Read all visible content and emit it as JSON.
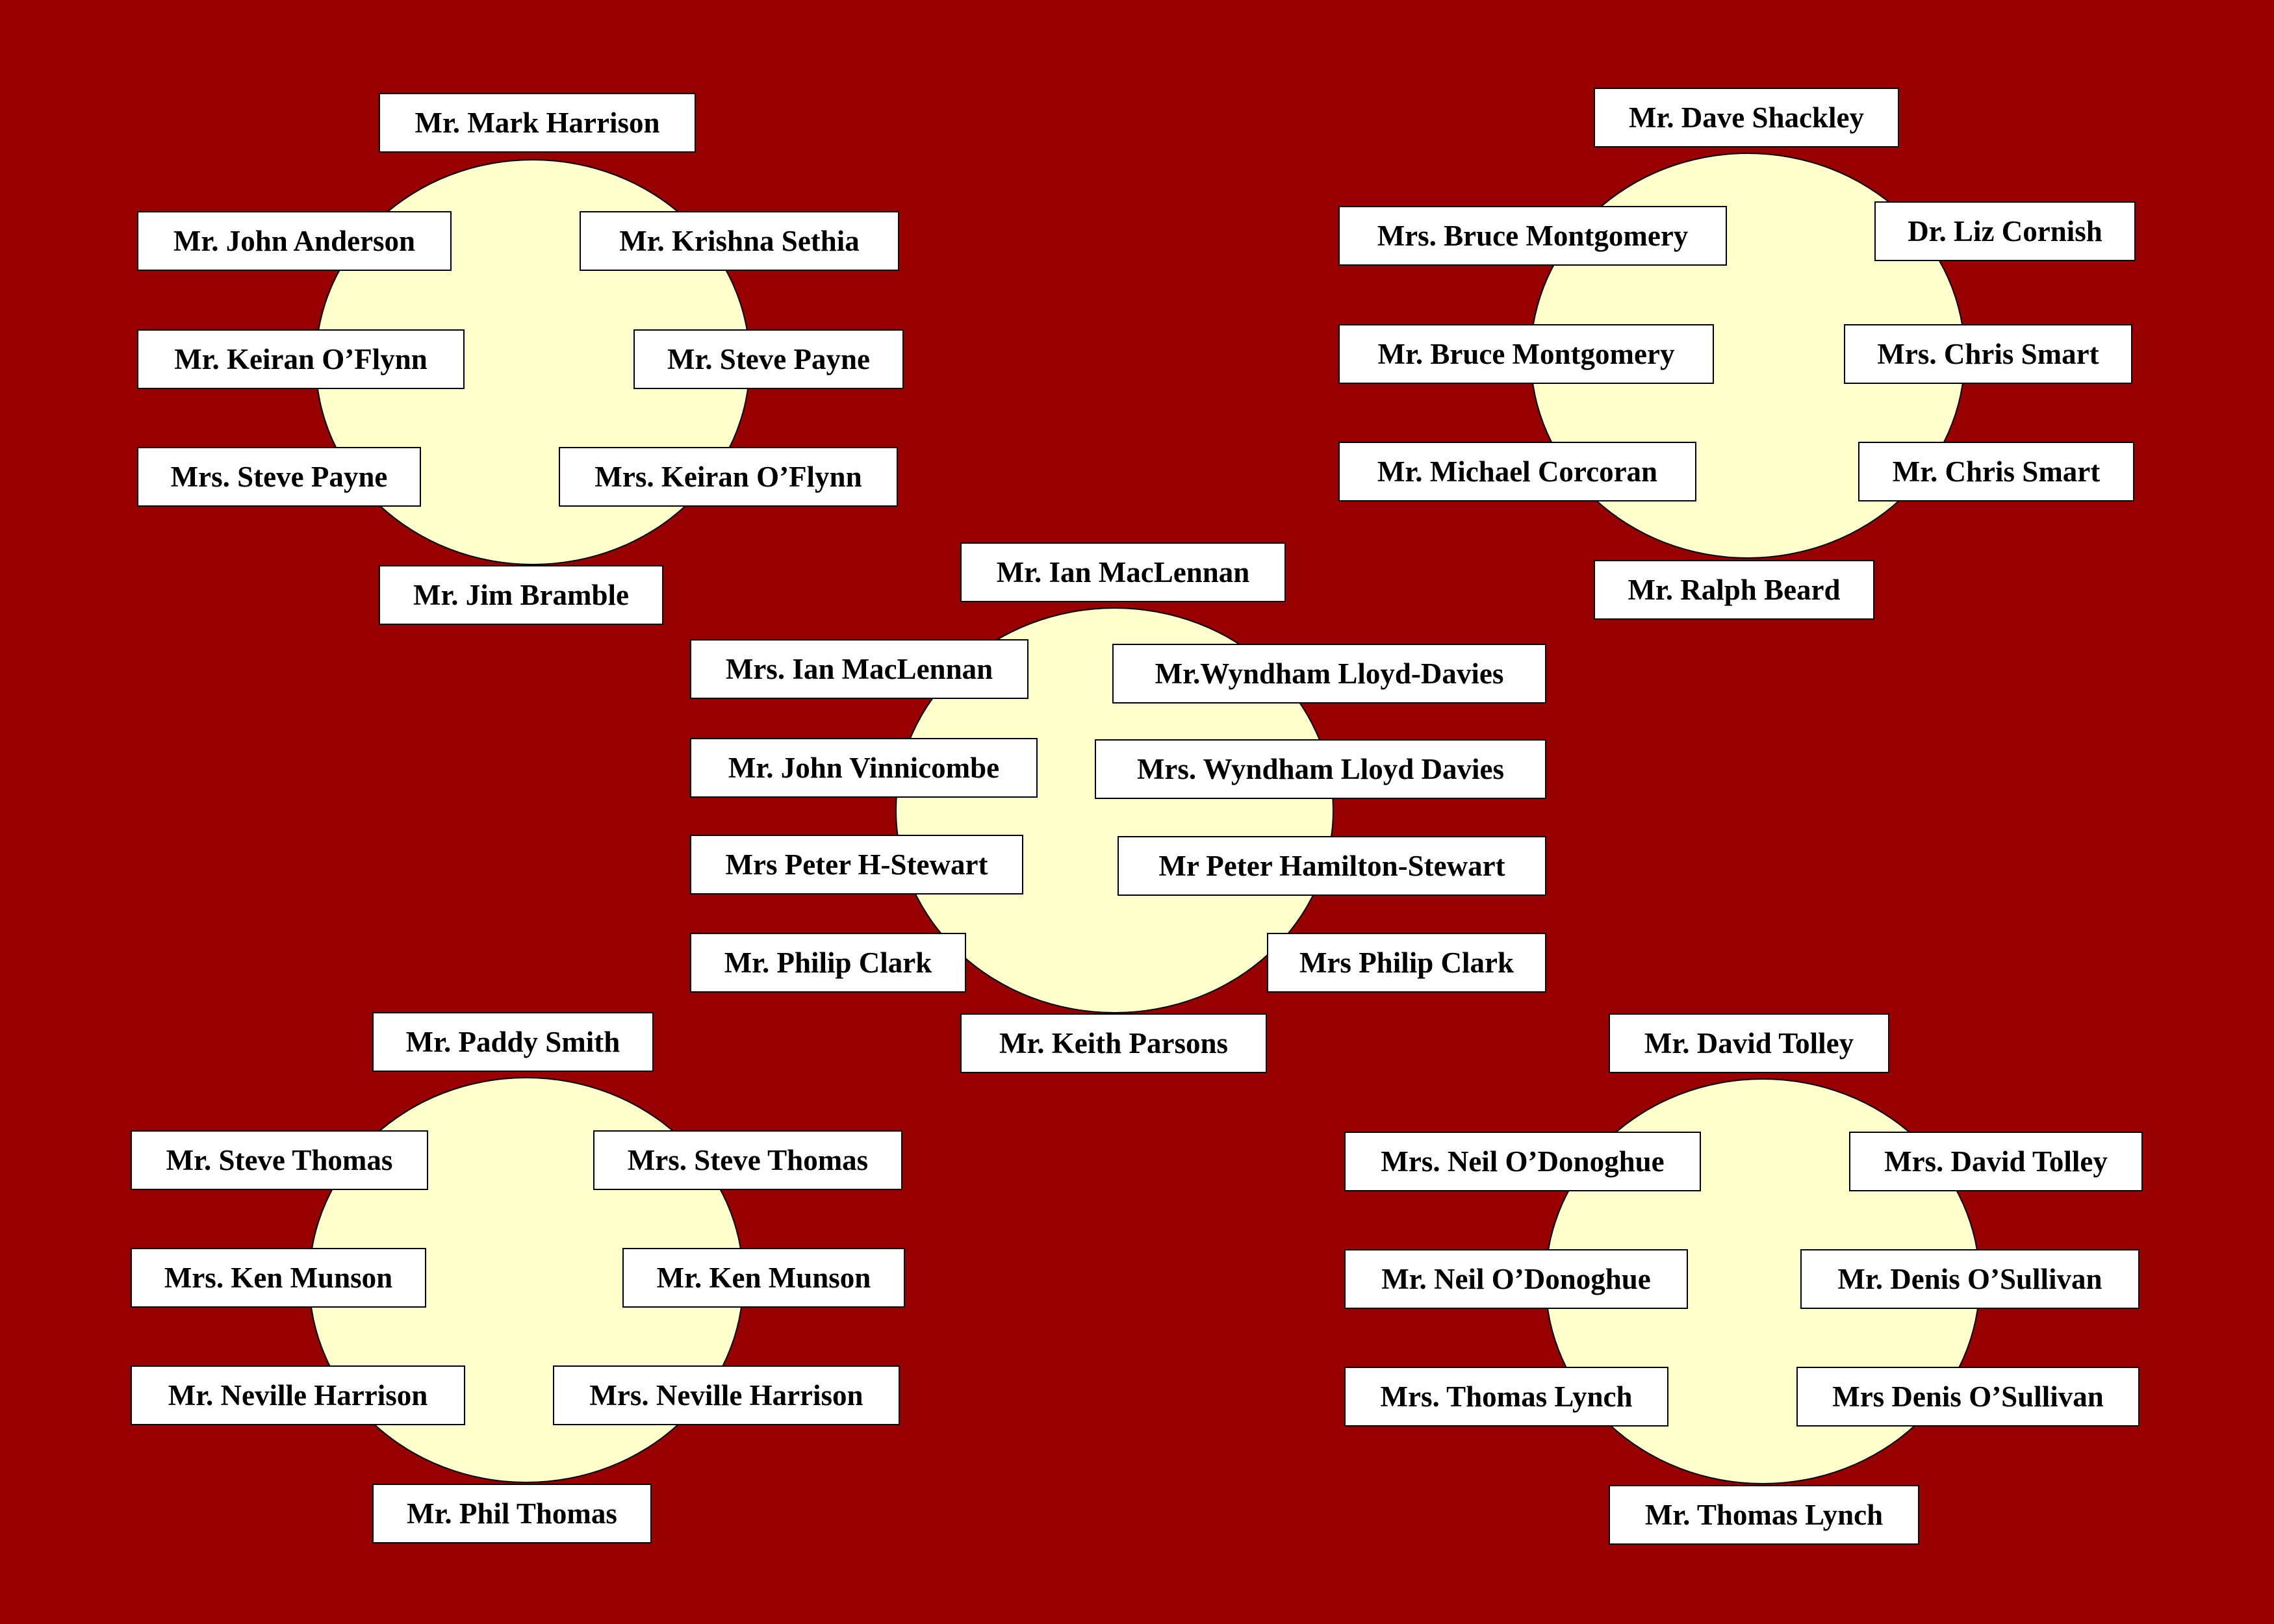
{
  "colors": {
    "background": "#990000",
    "table": "#ffffcc",
    "card": "#ffffff"
  },
  "tables": [
    {
      "name": "top-left-table",
      "seats": [
        "Mr. Mark Harrison",
        "Mr. John Anderson",
        "Mr. Krishna Sethia",
        "Mr. Keiran O’Flynn",
        "Mr. Steve Payne",
        "Mrs. Steve Payne",
        "Mrs. Keiran O’Flynn",
        "Mr. Jim Bramble"
      ]
    },
    {
      "name": "top-right-table",
      "seats": [
        "Mr. Dave Shackley",
        "Mrs. Bruce Montgomery",
        "Dr. Liz Cornish",
        "Mr. Bruce Montgomery",
        "Mrs. Chris Smart",
        "Mr. Michael Corcoran",
        "Mr. Chris Smart",
        "Mr. Ralph Beard"
      ]
    },
    {
      "name": "center-table",
      "seats": [
        "Mr. Ian MacLennan",
        "Mrs. Ian MacLennan",
        "Mr.Wyndham Lloyd-Davies",
        "Mr. John Vinnicombe",
        "Mrs. Wyndham Lloyd Davies",
        "Mrs Peter H-Stewart",
        "Mr Peter Hamilton-Stewart",
        "Mr. Philip Clark",
        "Mrs Philip Clark",
        "Mr. Keith Parsons"
      ]
    },
    {
      "name": "bottom-left-table",
      "seats": [
        "Mr. Paddy Smith",
        "Mr. Steve Thomas",
        "Mrs. Steve Thomas",
        "Mrs. Ken Munson",
        "Mr. Ken Munson",
        "Mr. Neville Harrison",
        "Mrs. Neville Harrison",
        "Mr. Phil Thomas"
      ]
    },
    {
      "name": "bottom-right-table",
      "seats": [
        "Mr. David Tolley",
        "Mrs. Neil O’Donoghue",
        "Mrs. David Tolley",
        "Mr. Neil O’Donoghue",
        "Mr. Denis O’Sullivan",
        "Mrs. Thomas Lynch",
        "Mrs Denis O’Sullivan",
        "Mr. Thomas Lynch"
      ]
    }
  ]
}
